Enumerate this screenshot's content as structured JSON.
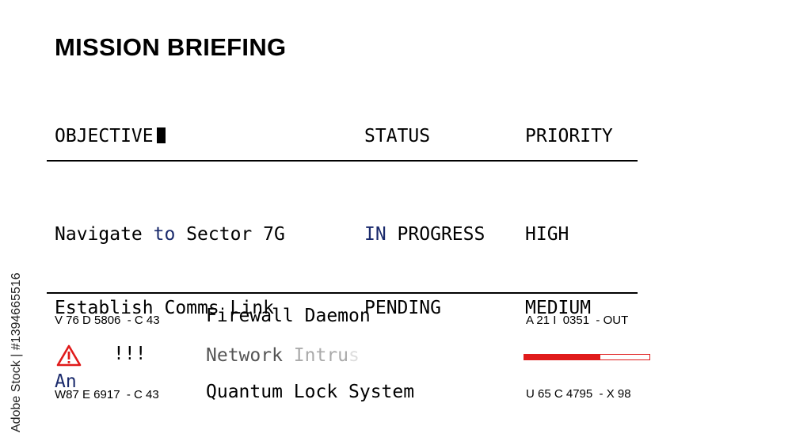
{
  "title": "MISSION BRIEFING",
  "headers": {
    "objective": "OBJECTIVE",
    "status": "STATUS",
    "priority": "PRIORITY"
  },
  "objectives": [
    {
      "pre": "Navigate ",
      "hl": "to",
      "post": " Sector 7G"
    },
    {
      "pre": "Establish Comms Link",
      "hl": "",
      "post": ""
    },
    {
      "pre": "",
      "hl": "An",
      "post": ""
    }
  ],
  "statuses": [
    {
      "hl": "IN",
      "post": " PROGRESS"
    },
    {
      "hl": "",
      "post": "PENDING"
    }
  ],
  "priorities": [
    "HIGH",
    "MEDIUM"
  ],
  "systems": [
    {
      "left_code": "V 76 D 5806  - C 43",
      "name": "Firewall Daemon",
      "right_code": "A 21 I  0351  - OUT"
    },
    {
      "alert": "!!!",
      "name_parts": [
        "Network",
        " ",
        "Intru",
        "s"
      ],
      "progress": 0.61
    },
    {
      "left_code": "W87 E 6917  - C 43",
      "name": "Quantum Lock System",
      "right_code": "U 65 C 4795  - X 98"
    }
  ],
  "icons": {
    "warning": "warning-triangle-icon",
    "cursor": "text-cursor-block"
  },
  "colors": {
    "accent_red": "#e01b1b",
    "highlight_blue": "#1a2a6c"
  },
  "side_credit": "Adobe Stock | #1394665516"
}
